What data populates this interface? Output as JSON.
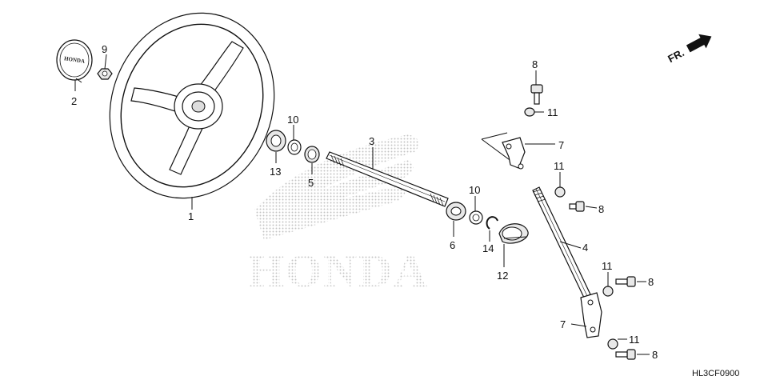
{
  "diagram_code": "HL3CF0900",
  "direction_label": "FR.",
  "cap_badge_text": "HONDA",
  "watermark_text": "HONDA",
  "callouts": {
    "c1": "1",
    "c2": "2",
    "c3": "3",
    "c4": "4",
    "c5": "5",
    "c6": "6",
    "c7a": "7",
    "c7b": "7",
    "c8a": "8",
    "c8b": "8",
    "c8c": "8",
    "c8d": "8",
    "c9": "9",
    "c10a": "10",
    "c10b": "10",
    "c11a": "11",
    "c11b": "11",
    "c11c": "11",
    "c11d": "11",
    "c12": "12",
    "c13": "13",
    "c14": "14"
  },
  "colors": {
    "line": "#111111",
    "watermark": "#c9c9c9",
    "background": "#ffffff"
  }
}
